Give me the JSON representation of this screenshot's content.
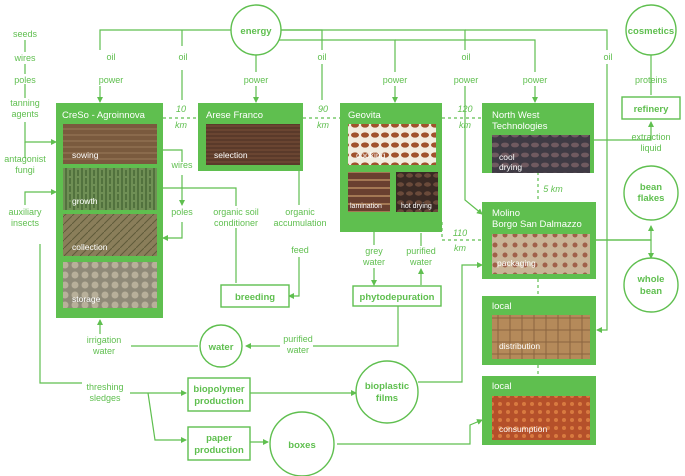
{
  "colors": {
    "accent": "#5fbf4f",
    "background": "#ffffff"
  },
  "hubs": {
    "energy": "energy",
    "water": "water",
    "cosmetics": "cosmetics",
    "bean_flakes_1": "bean",
    "bean_flakes_2": "flakes",
    "whole_bean_1": "whole",
    "whole_bean_2": "bean",
    "bioplastic_1": "bioplastic",
    "bioplastic_2": "films",
    "boxes": "boxes"
  },
  "process_boxes": {
    "refinery": "refinery",
    "breeding": "breeding",
    "phytodepuration": "phytodepuration",
    "biopolymer_1": "biopolymer",
    "biopolymer_2": "production",
    "paper_1": "paper",
    "paper_2": "production"
  },
  "actors": {
    "creso": {
      "title": "CreSo - Agroinnova",
      "photos": [
        "sowing",
        "growth",
        "collection",
        "storage"
      ]
    },
    "arese": {
      "title": "Arese Franco",
      "photos": [
        "selection"
      ]
    },
    "geovita": {
      "title": "Geovita",
      "photos": [
        "cooking",
        "lamination",
        "hot drying"
      ]
    },
    "northwest": {
      "title_1": "North West",
      "title_2": "Technologies",
      "photos": [
        "cool",
        "drying"
      ]
    },
    "molino": {
      "title_1": "Molino",
      "title_2": "Borgo San Dalmazzo",
      "photos": [
        "packaging"
      ]
    },
    "local_dist": {
      "title": "local",
      "photos": [
        "distribution"
      ]
    },
    "local_cons": {
      "title": "local",
      "photos": [
        "consumption"
      ]
    }
  },
  "inputs": [
    "seeds",
    "wires",
    "poles",
    "tanning",
    "agents",
    "antagonist",
    "fungi",
    "auxiliary",
    "insects"
  ],
  "flow_labels": {
    "oil": "oil",
    "power": "power",
    "wires": "wires",
    "poles": "poles",
    "organic_soil_1": "organic soil",
    "organic_soil_2": "conditioner",
    "organic_acc_1": "organic",
    "organic_acc_2": "accumulation",
    "feed": "feed",
    "grey_1": "grey",
    "grey_2": "water",
    "purified_1": "purified",
    "purified_2": "water",
    "proteins": "proteins",
    "extraction_1": "extraction",
    "extraction_2": "liquid",
    "irrigation_1": "irrigation",
    "irrigation_2": "water",
    "purified_b_1": "purified",
    "purified_b_2": "water",
    "threshing_1": "threshing",
    "threshing_2": "sledges"
  },
  "distances": {
    "d1_a": "10",
    "d1_b": "km",
    "d2_a": "90",
    "d2_b": "km",
    "d3_a": "120",
    "d3_b": "km",
    "d4": "5  km",
    "d5_a": "110",
    "d5_b": "km"
  }
}
